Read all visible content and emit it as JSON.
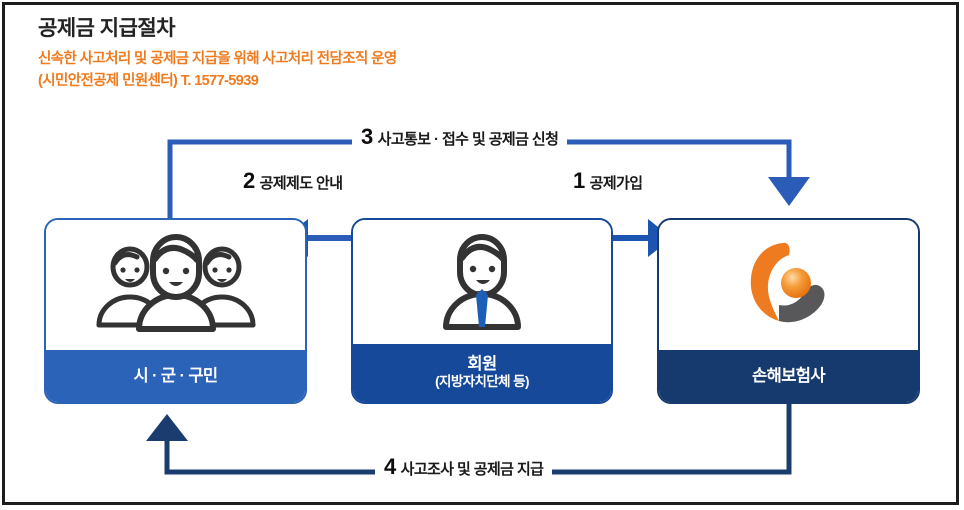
{
  "header": {
    "title": "공제금 지급절차",
    "subtitle_line1": "신속한 사고처리 및 공제금 지급을 위해 사고처리 전담조직 운영",
    "subtitle_line2": "(시민안전공제 민원센터) T. 1577-5939"
  },
  "colors": {
    "frame": "#1c1c1c",
    "title": "#232323",
    "subtitle_accent": "#ef7b20",
    "blue_medium": "#2a63b8",
    "blue_mid": "#16499a",
    "navy_dark": "#173a6e",
    "wire_blue": "#2a5cb8",
    "wire_navy": "#1b3c6e",
    "icon_dark": "#333333",
    "tie_blue": "#1d5fb8",
    "logo_orange": "#ef7b20",
    "logo_gray": "#58585a"
  },
  "flows": [
    {
      "id": "flow-1",
      "number": "1",
      "text": "공제가입",
      "from": "회원",
      "to": "손해보험사",
      "direction": "right"
    },
    {
      "id": "flow-2",
      "number": "2",
      "text": "공제제도 안내",
      "from": "회원",
      "to": "시 · 군 · 구민",
      "direction": "left"
    },
    {
      "id": "flow-3",
      "number": "3",
      "text": "사고통보 · 접수 및 공제금 신청",
      "from": "시 · 군 · 구민",
      "to": "손해보험사",
      "direction": "right"
    },
    {
      "id": "flow-4",
      "number": "4",
      "text": "사고조사 및 공제금 지급",
      "from": "손해보험사",
      "to": "시 · 군 · 구민",
      "direction": "left"
    }
  ],
  "nodes": [
    {
      "id": "citizens",
      "name": "시 · 군 · 구민",
      "sub": "",
      "icon": "three-people-icon"
    },
    {
      "id": "member",
      "name": "회원",
      "sub": "(지방자치단체 등)",
      "icon": "business-person-icon"
    },
    {
      "id": "insurer",
      "name": "손해보험사",
      "sub": "",
      "icon": "insurer-logo-icon"
    }
  ]
}
